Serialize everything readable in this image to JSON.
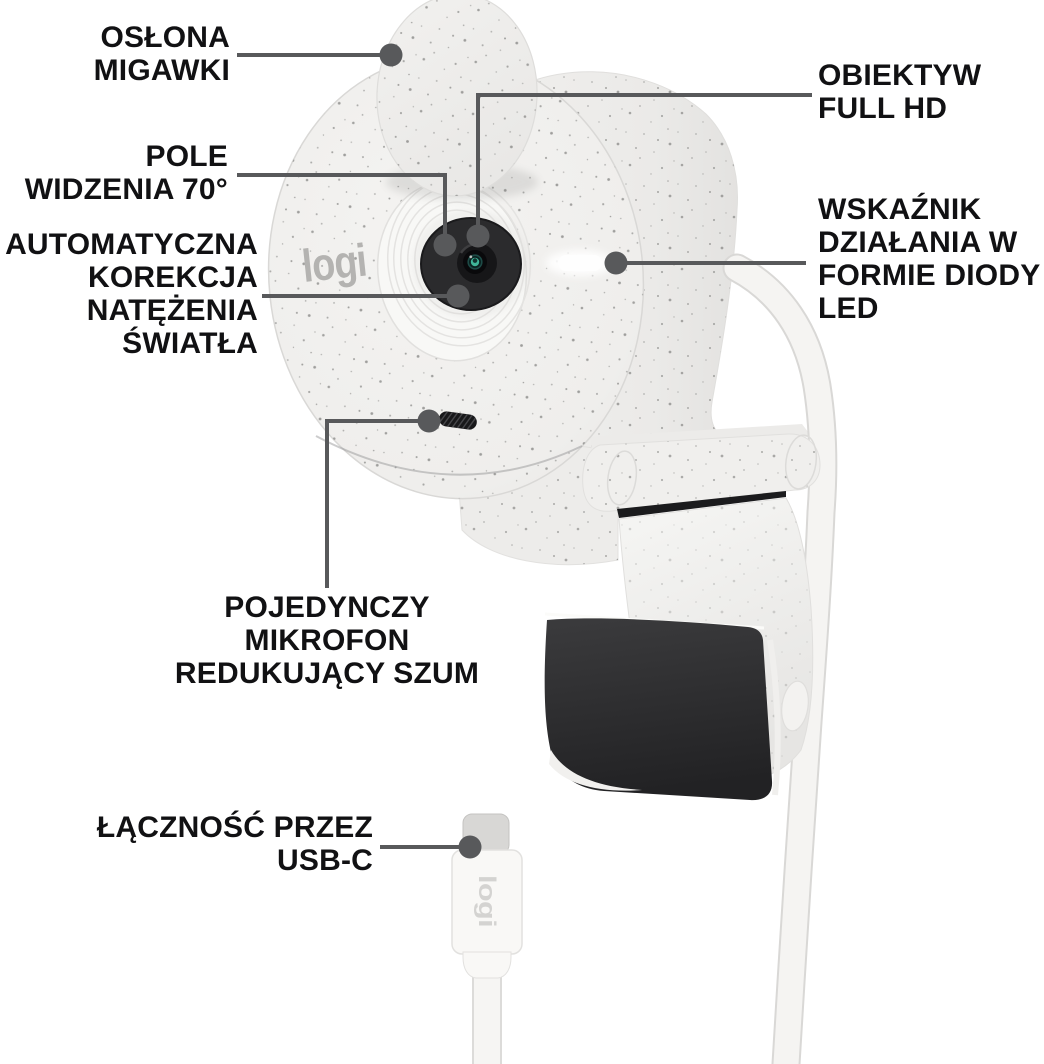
{
  "diagram": {
    "title": "Logitech Brio 300 webcam feature diagram",
    "language": "pl"
  },
  "product": {
    "brand_logo": "logi",
    "usb_plug_logo": "logi"
  },
  "labels": {
    "shutter": {
      "text": "OSŁONA\nMIGAWKI"
    },
    "field_of_view": {
      "text": "POLE\nWIDZENIA 70°"
    },
    "light_correction": {
      "text": "AUTOMATYCZNA\nKOREKCJA\nNATĘŻENIA\nŚWIATŁA"
    },
    "lens": {
      "text": "OBIEKTYW\nFULL HD"
    },
    "led_indicator": {
      "text": "WSKAŹNIK\nDZIAŁANIA W\nFORMIE DIODY\nLED"
    },
    "microphone": {
      "text": "POJEDYNCZY\nMIKROFON\nREDUKUJĄCY SZUM"
    },
    "usb": {
      "text": "ŁĄCZNOŚĆ PRZEZ\nUSB-C"
    }
  },
  "colors": {
    "label_text": "#111113",
    "leader": "#58595b",
    "body_white": "#efeeec",
    "clip_dark": "#2d2d2f",
    "lens_glass_green": "#3fb598",
    "led_white": "#ffffff"
  }
}
